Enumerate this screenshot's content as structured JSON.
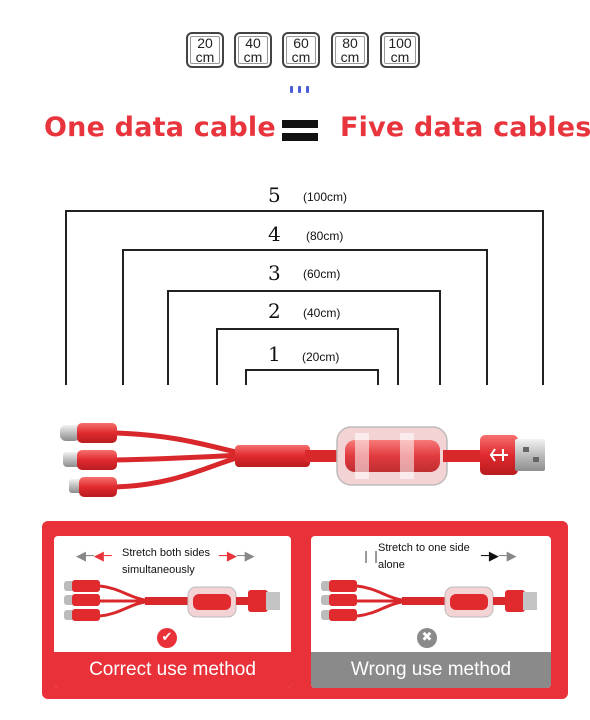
{
  "badges": [
    {
      "num": "20",
      "unit": "cm"
    },
    {
      "num": "40",
      "unit": "cm"
    },
    {
      "num": "60",
      "unit": "cm"
    },
    {
      "num": "80",
      "unit": "cm"
    },
    {
      "num": "100",
      "unit": "cm"
    }
  ],
  "headline": {
    "left": "One data cable",
    "right": "Five data cables"
  },
  "levels": [
    {
      "num": "5",
      "length": "(100cm)"
    },
    {
      "num": "4",
      "length": "(80cm)"
    },
    {
      "num": "3",
      "length": "(60cm)"
    },
    {
      "num": "2",
      "length": "(40cm)"
    },
    {
      "num": "1",
      "length": "(20cm)"
    }
  ],
  "usage": {
    "correct": {
      "note": "Stretch both sides simultaneously",
      "label": "Correct use method"
    },
    "wrong": {
      "note": "Stretch to one side alone",
      "label": "Wrong use method"
    }
  },
  "colors": {
    "brand_red": "#e83138",
    "headline_red": "#e8343c",
    "wrong_gray": "#8a8a8a"
  }
}
